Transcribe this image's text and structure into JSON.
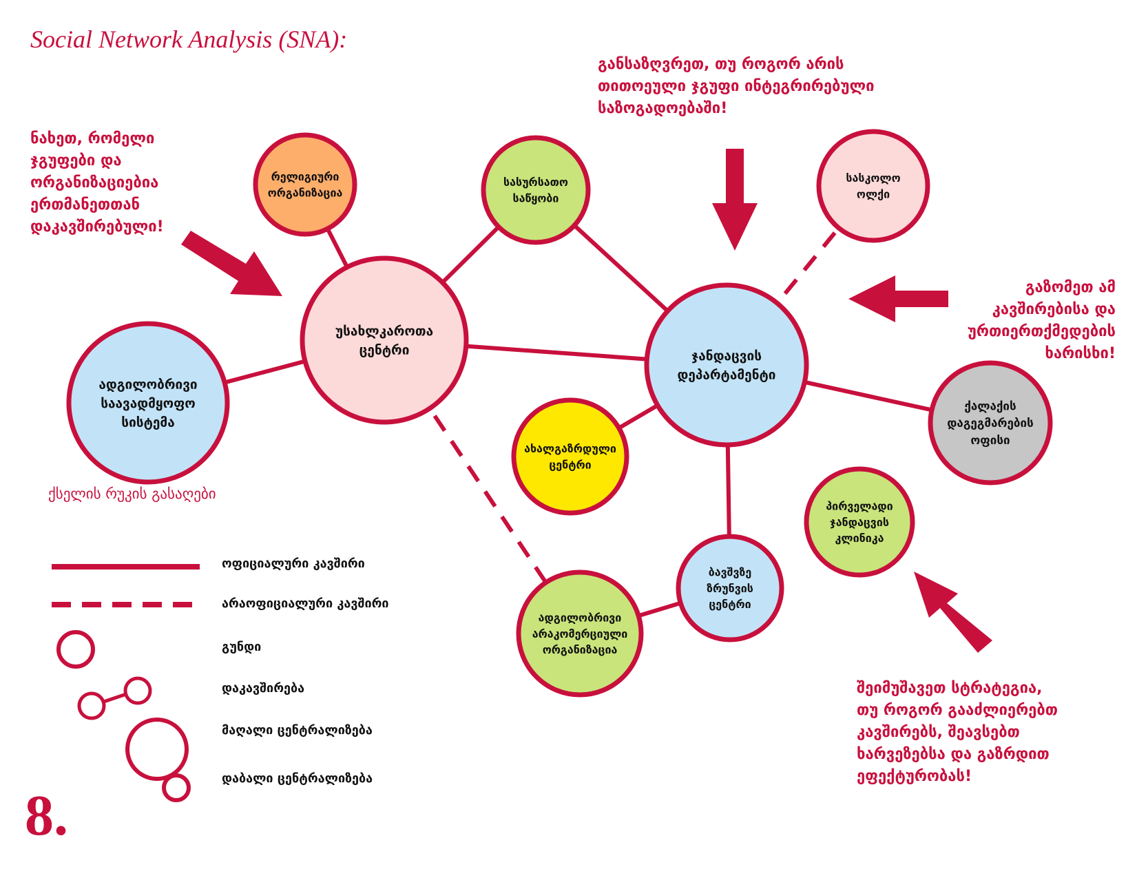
{
  "title": "Social Network Analysis (SNA):",
  "page_number": "8.",
  "colors": {
    "accent": "#c8103d",
    "blue": "#c2e3f7",
    "pink": "#fddada",
    "green": "#c9e47b",
    "orange": "#fdae6b",
    "yellow": "#ffe800",
    "gray": "#c6c6c6"
  },
  "callouts": {
    "top_left": [
      "ნახეთ, რომელი",
      "ჯგუფები და",
      "ორგანიზაციებია",
      "ერთმანეთთან",
      "დაკავშირებული!"
    ],
    "top_center": [
      "განსაზღვრეთ, თუ როგორ არის",
      "თითოეული ჯგუფი ინტეგრირებული",
      "საზოგადოებაში!"
    ],
    "right": [
      "გაზომეთ ამ",
      "კავშირებისა და",
      "ურთიერთქმედების",
      "ხარისხი!"
    ],
    "bottom_right": [
      "შეიმუშავეთ სტრატეგია,",
      "თუ როგორ გააძლიერებთ",
      "კავშირებს, შეავსებთ",
      "ხარვეზებსა და გაზრდით",
      "ეფექტურობას!"
    ]
  },
  "nodes": [
    {
      "id": "religious",
      "label": [
        "რელიგიური",
        "ორგანიზაცია"
      ],
      "color": "orange"
    },
    {
      "id": "restaurants",
      "label": [
        "სასურსათო",
        "საწყობი"
      ],
      "color": "green"
    },
    {
      "id": "college",
      "label": [
        "სასკოლო",
        "ოლქი"
      ],
      "color": "pink"
    },
    {
      "id": "homeless",
      "label": [
        "უსახლკაროთა",
        "ცენტრი"
      ],
      "color": "pink"
    },
    {
      "id": "health",
      "label": [
        "ჯანდაცვის",
        "დეპარტამენტი"
      ],
      "color": "blue"
    },
    {
      "id": "local_gov",
      "label": [
        "ადგილობრივი",
        "საავადმყოფო",
        "სისტემა"
      ],
      "color": "blue"
    },
    {
      "id": "youth",
      "label": [
        "ახალგაზრდული",
        "ცენტრი"
      ],
      "color": "yellow"
    },
    {
      "id": "city_planning",
      "label": [
        "ქალაქის",
        "დაგეგმარების",
        "ოფისი"
      ],
      "color": "gray"
    },
    {
      "id": "clinic",
      "label": [
        "პირველადი",
        "ჯანდაცვის",
        "კლინიკა"
      ],
      "color": "green"
    },
    {
      "id": "childcare",
      "label": [
        "ბავშვზე",
        "ზრუნვის",
        "ცენტრი"
      ],
      "color": "blue"
    },
    {
      "id": "nonprofit",
      "label": [
        "ადგილობრივი",
        "არაკომერციული",
        "ორგანიზაცია"
      ],
      "color": "green"
    }
  ],
  "edges": [
    {
      "from": "religious",
      "to": "homeless",
      "type": "formal"
    },
    {
      "from": "restaurants",
      "to": "homeless",
      "type": "formal"
    },
    {
      "from": "restaurants",
      "to": "health",
      "type": "formal"
    },
    {
      "from": "homeless",
      "to": "health",
      "type": "formal"
    },
    {
      "from": "homeless",
      "to": "local_gov",
      "type": "formal"
    },
    {
      "from": "homeless",
      "to": "nonprofit",
      "type": "informal"
    },
    {
      "from": "college",
      "to": "health",
      "type": "informal"
    },
    {
      "from": "health",
      "to": "youth",
      "type": "formal"
    },
    {
      "from": "health",
      "to": "city_planning",
      "type": "formal"
    },
    {
      "from": "health",
      "to": "childcare",
      "type": "formal"
    },
    {
      "from": "childcare",
      "to": "nonprofit",
      "type": "formal"
    }
  ],
  "legend": {
    "title": "ქსელის რუკის გასაღები",
    "items": [
      {
        "key": "formal",
        "label": "ოფიციალური კავშირი"
      },
      {
        "key": "informal",
        "label": "არაოფიციალური კავშირი"
      },
      {
        "key": "group",
        "label": "გუნდი"
      },
      {
        "key": "connection",
        "label": "დაკავშირება"
      },
      {
        "key": "high_centrality",
        "label": "მაღალი ცენტრალიზება"
      },
      {
        "key": "low_centrality",
        "label": "დაბალი ცენტრალიზება"
      }
    ]
  }
}
